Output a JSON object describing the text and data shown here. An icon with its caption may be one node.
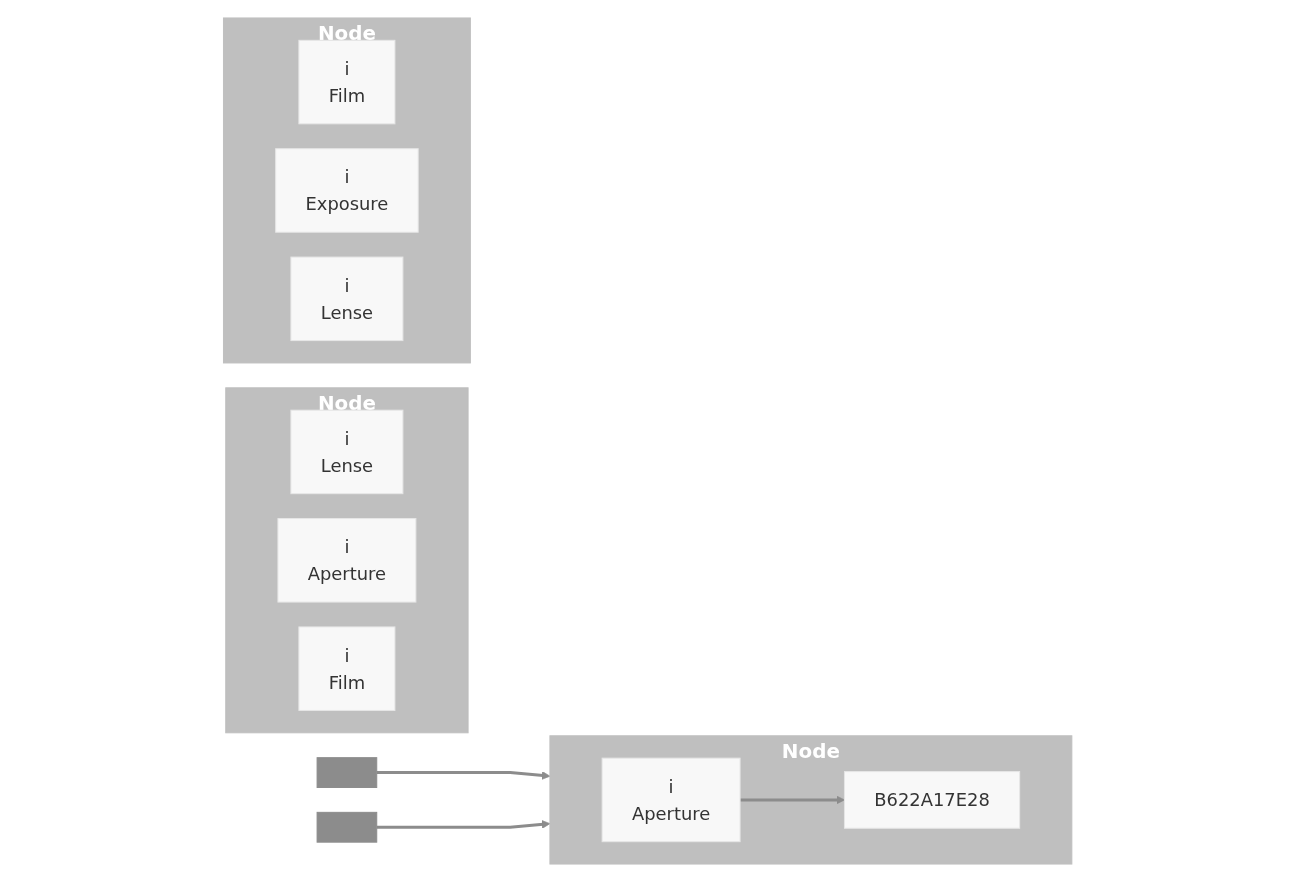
{
  "diagram": {
    "nodes": [
      {
        "text": [
          "Node"
        ]
      },
      {
        "text": [
          "i",
          "Lense"
        ],
        "in": 0
      },
      {
        "text": [
          "i",
          "Aperture"
        ],
        "in": 0
      },
      {
        "text": [
          "i",
          "Film"
        ],
        "in": 0
      },
      {
        "text": [],
        "shape": "bar"
      },
      {
        "text": [
          "Node"
        ]
      },
      {
        "text": [
          "i",
          "Film"
        ],
        "in": 5
      },
      {
        "text": [
          "i",
          "Exposure"
        ],
        "in": 5
      },
      {
        "text": [
          "i",
          "Lense"
        ],
        "in": 5
      },
      {
        "text": [],
        "shape": "bar"
      },
      {
        "text": [
          "Node"
        ]
      },
      {
        "text": [
          "B622A17E28"
        ],
        "in": 10
      },
      {
        "text": [
          "i",
          "Aperture"
        ],
        "in": 10
      }
    ],
    "edges": [
      {
        "from": 4,
        "to": 10,
        "arrow": "to"
      },
      {
        "from": 9,
        "to": 10,
        "arrow": "to"
      },
      {
        "from": 12,
        "to": 11,
        "arrow": "to"
      }
    ]
  }
}
